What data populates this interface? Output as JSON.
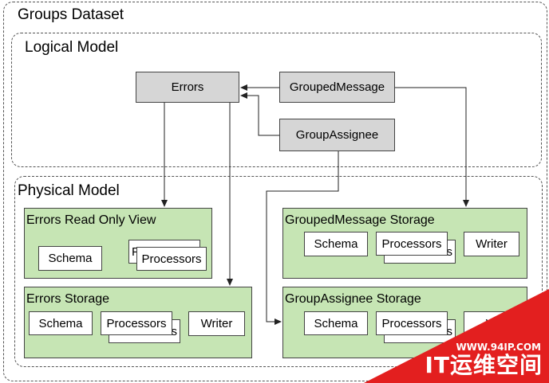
{
  "diagram": {
    "title": "Groups Dataset",
    "logical_model": {
      "title": "Logical Model",
      "nodes": {
        "errors": "Errors",
        "grouped_message": "GroupedMessage",
        "group_assignee": "GroupAssignee"
      }
    },
    "physical_model": {
      "title": "Physical Model",
      "errors_read_only_view": {
        "title": "Errors Read Only View",
        "schema": "Schema",
        "processors": "Processors",
        "processors_back": "P"
      },
      "errors_storage": {
        "title": "Errors Storage",
        "schema": "Schema",
        "processors": "Processors",
        "processors_back": "s",
        "writer": "Writer"
      },
      "grouped_message_storage": {
        "title": "GroupedMessage Storage",
        "schema": "Schema",
        "processors": "Processors",
        "processors_back": "s",
        "writer": "Writer"
      },
      "group_assignee_storage": {
        "title": "GroupAssignee Storage",
        "schema": "Schema",
        "processors": "Processors",
        "processors_back": "s",
        "writer": "W"
      }
    }
  },
  "watermark": {
    "site": "WWW.94IP.COM",
    "brand": "IT运维空间"
  },
  "colors": {
    "node_fill": "#d6d6d6",
    "storage_fill": "#c6e5b4",
    "watermark": "#e31f1f"
  }
}
